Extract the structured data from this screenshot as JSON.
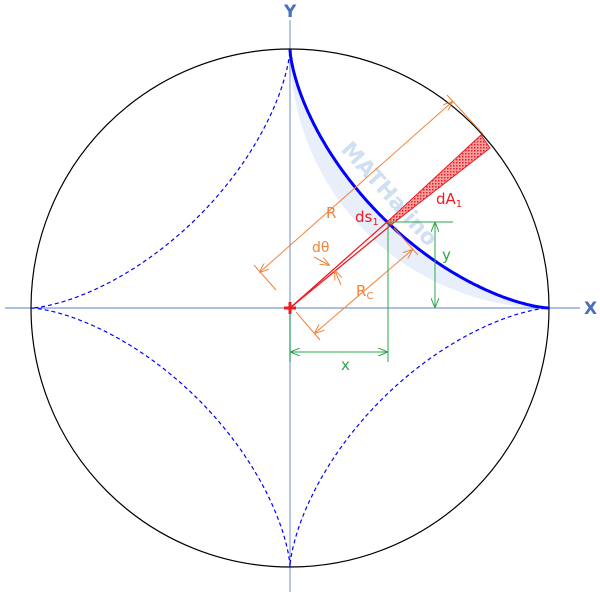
{
  "axes": {
    "x_label": "X",
    "y_label": "Y"
  },
  "labels": {
    "R": "R",
    "Rc_main": "R",
    "Rc_sub": "C",
    "dtheta": "dθ",
    "ds_main": "ds",
    "ds_sub": "1",
    "dA_main": "dA",
    "dA_sub": "1",
    "x": "x",
    "y": "y"
  },
  "watermark": "MATHalino",
  "colors": {
    "axis": "#5b7fc4",
    "astroid": "#0000ff",
    "shaded_region": "#e8eefa",
    "element": "#ee1c24",
    "dimension_orange": "#f0843c",
    "dimension_green": "#2aa84a"
  }
}
